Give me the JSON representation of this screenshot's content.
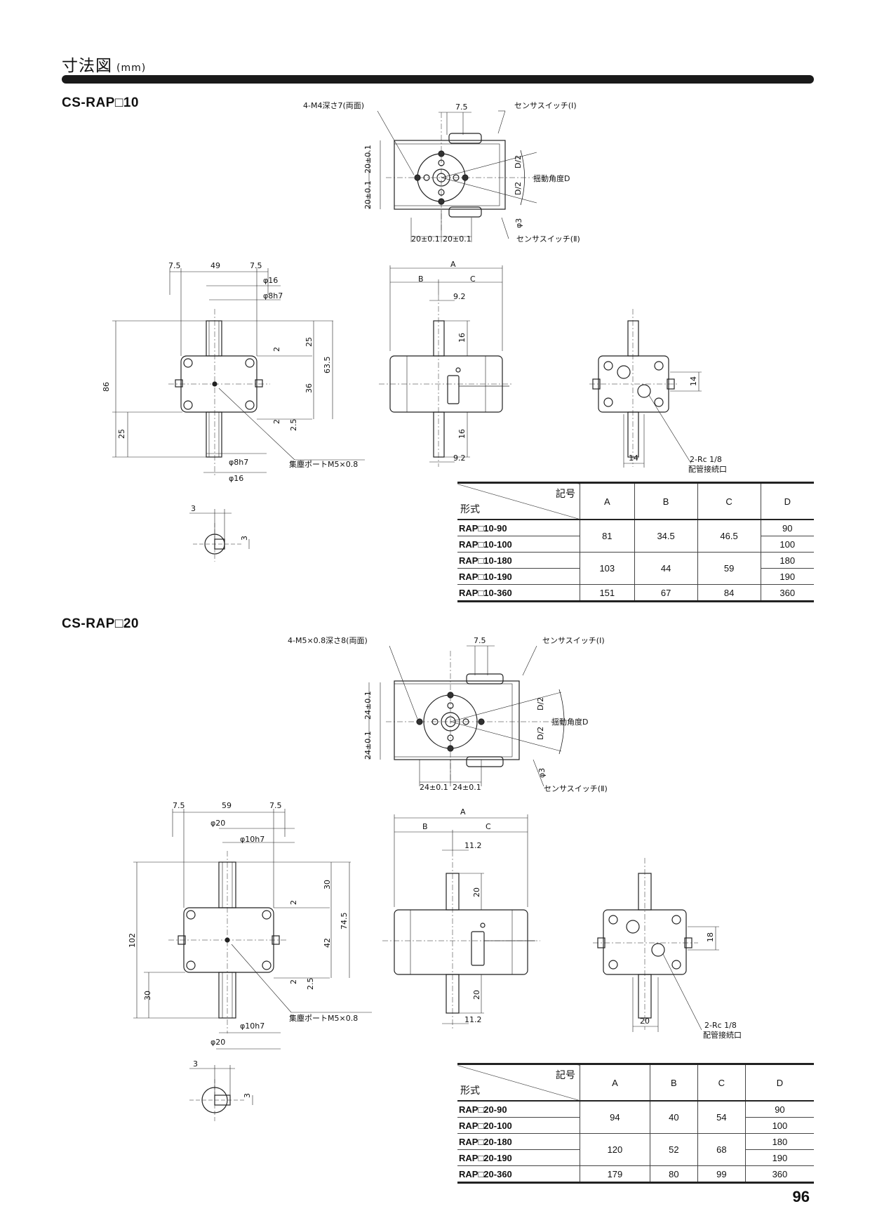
{
  "page": {
    "title": "寸法図",
    "unit": "(mm)",
    "number": "96"
  },
  "sections": [
    {
      "model": "CS-RAP□10",
      "labels": {
        "tap": "4-M4深さ7(両面)",
        "sw1": "センサスイッチ(Ⅰ)",
        "sw2": "センサスイッチ(Ⅱ)",
        "angle": "揺動角度D",
        "port": "集塵ポートM5×0.8",
        "rc": "2-Rc 1/8",
        "piping": "配管接続口",
        "d2": "D/2",
        "phi3": "φ3",
        "pm1": "20±0.1",
        "pm2": "20±0.1",
        "d75a": "7.5",
        "d49": "49",
        "d75b": "7.5",
        "phi16a": "φ16",
        "phi8a": "φ8h7",
        "d86": "86",
        "d25a": "25",
        "d36": "36",
        "d635": "63.5",
        "d25b": "25",
        "d2a": "2",
        "d2b": "2",
        "d25c": "2.5",
        "phi8b": "φ8h7",
        "phi16b": "φ16",
        "key3": "3",
        "key3b": "3",
        "dA": "A",
        "dB": "B",
        "dC": "C",
        "d92a": "9.2",
        "d16a": "16",
        "d16b": "16",
        "d92b": "9.2",
        "d14a": "14",
        "d14b": "14"
      },
      "table": {
        "header_symbol": "記号",
        "header_model": "形式",
        "columns": [
          "A",
          "B",
          "C",
          "D"
        ],
        "rows": [
          {
            "name": "RAP□10-90",
            "A": "81",
            "B": "34.5",
            "C": "46.5",
            "D": "90"
          },
          {
            "name": "RAP□10-100",
            "D": "100"
          },
          {
            "name": "RAP□10-180",
            "A": "103",
            "B": "44",
            "C": "59",
            "D": "180"
          },
          {
            "name": "RAP□10-190",
            "D": "190"
          },
          {
            "name": "RAP□10-360",
            "A": "151",
            "B": "67",
            "C": "84",
            "D": "360"
          }
        ]
      }
    },
    {
      "model": "CS-RAP□20",
      "labels": {
        "tap": "4-M5×0.8深さ8(両面)",
        "sw1": "センサスイッチ(Ⅰ)",
        "sw2": "センサスイッチ(Ⅱ)",
        "angle": "揺動角度D",
        "port": "集塵ポートM5×0.8",
        "rc": "2-Rc 1/8",
        "piping": "配管接続口",
        "d2": "D/2",
        "phi3": "φ3",
        "pm1": "24±0.1",
        "pm2": "24±0.1",
        "d75a": "7.5",
        "d49": "59",
        "d75b": "7.5",
        "phi16a": "φ20",
        "phi8a": "φ10h7",
        "d86": "102",
        "d25a": "30",
        "d36": "42",
        "d635": "74.5",
        "d25b": "30",
        "d2a": "2",
        "d2b": "2",
        "d25c": "2.5",
        "phi8b": "φ10h7",
        "phi16b": "φ20",
        "key3": "3",
        "key3b": "3",
        "dA": "A",
        "dB": "B",
        "dC": "C",
        "d92a": "11.2",
        "d16a": "20",
        "d16b": "20",
        "d92b": "11.2",
        "d14a": "18",
        "d14b": "20"
      },
      "table": {
        "header_symbol": "記号",
        "header_model": "形式",
        "columns": [
          "A",
          "B",
          "C",
          "D"
        ],
        "rows": [
          {
            "name": "RAP□20-90",
            "A": "94",
            "B": "40",
            "C": "54",
            "D": "90"
          },
          {
            "name": "RAP□20-100",
            "D": "100"
          },
          {
            "name": "RAP□20-180",
            "A": "120",
            "B": "52",
            "C": "68",
            "D": "180"
          },
          {
            "name": "RAP□20-190",
            "D": "190"
          },
          {
            "name": "RAP□20-360",
            "A": "179",
            "B": "80",
            "C": "99",
            "D": "360"
          }
        ]
      }
    }
  ]
}
